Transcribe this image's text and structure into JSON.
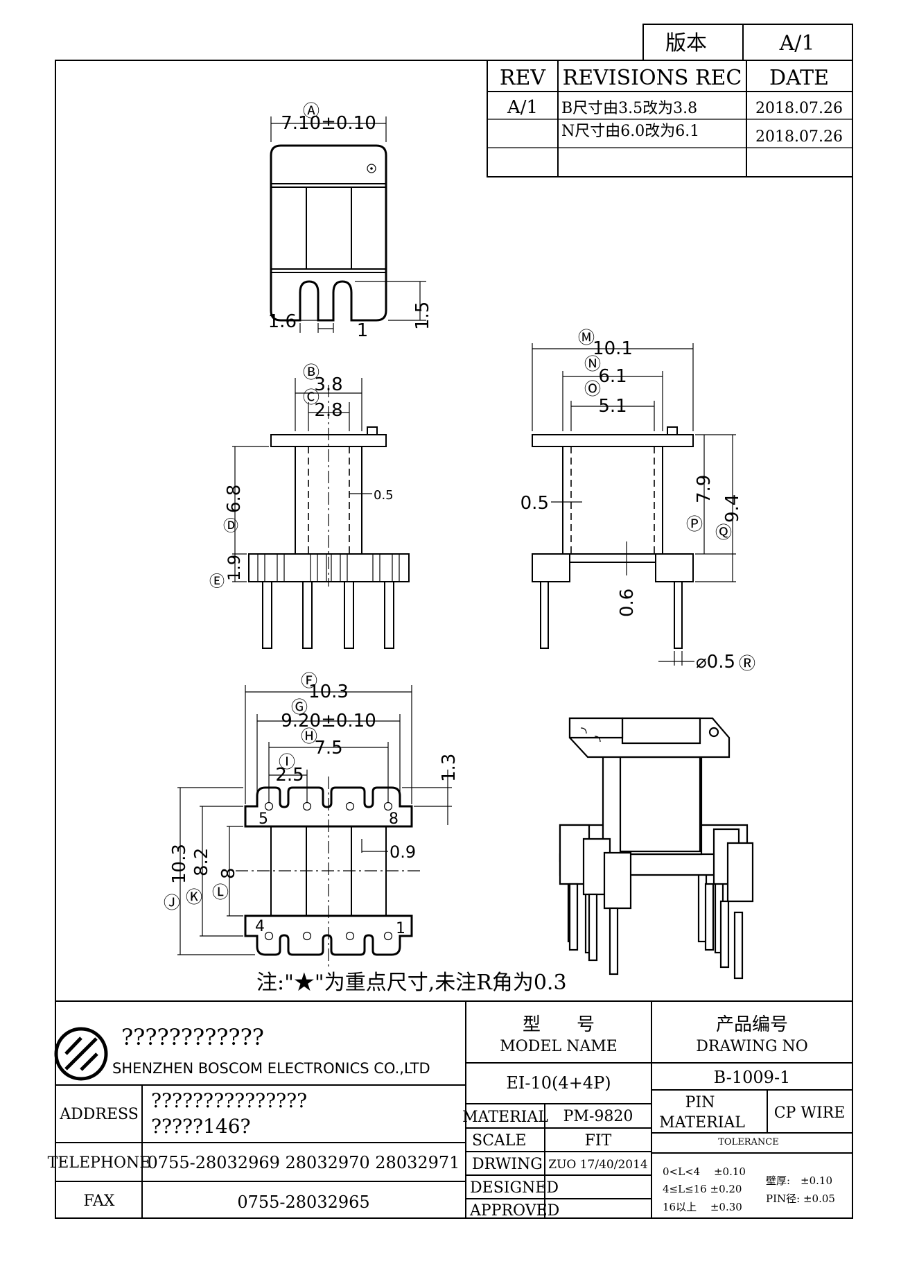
{
  "version_box": {
    "label": "版本",
    "value": "A/1"
  },
  "revisions": {
    "headers": [
      "REV",
      "REVISIONS REC",
      "DATE"
    ],
    "rows": [
      {
        "rev": "A/1",
        "rec": "B尺寸由3.5改为3.8",
        "date": "2018.07.26"
      },
      {
        "rev": "",
        "rec": "N尺寸由6.0改为6.1",
        "date": "2018.07.26"
      }
    ]
  },
  "top_view": {
    "A_label": "Ⓐ",
    "A_value": "7.10±0.10",
    "slot_width": "1.6",
    "slot_gap": "1",
    "slot_depth": "1.5"
  },
  "front_view": {
    "B_label": "Ⓑ",
    "B": "3.8",
    "C_label": "Ⓒ",
    "C": "2.8",
    "wall": "0.5",
    "D_label": "Ⓓ",
    "D": "6.8",
    "E_label": "Ⓔ",
    "E": "1.9"
  },
  "side_view": {
    "M_label": "Ⓜ",
    "M": "10.1",
    "N_label": "Ⓝ",
    "N": "6.1",
    "O_label": "Ⓞ",
    "O": "5.1",
    "wall": "0.5",
    "P_label": "Ⓟ",
    "P": "7.9",
    "Q_label": "Ⓠ",
    "Q": "9.4",
    "flange": "0.6",
    "R_label": "Ⓡ",
    "R": "⌀0.5"
  },
  "bottom_view": {
    "F_label": "Ⓕ",
    "F": "10.3",
    "G_label": "Ⓖ",
    "G": "9.20±0.10",
    "H_label": "Ⓗ",
    "H": "7.5",
    "I_label": "Ⓘ",
    "I": "2.5",
    "top_h": "1.3",
    "pin_d": "0.9",
    "J_label": "Ⓙ",
    "J": "10.3",
    "K_label": "Ⓚ",
    "K": "8.2",
    "L_label": "Ⓛ",
    "L": "8",
    "pin5": "5",
    "pin8": "8",
    "pin4": "4",
    "pin1": "1"
  },
  "note": "注:\"★\"为重点尺寸,未注R角为0.3",
  "company": {
    "cn_name": "????????????",
    "en_name": "SHENZHEN BOSCOM ELECTRONICS CO.,LTD",
    "address_label": "ADDRESS",
    "address_line1": "???????????????",
    "address_line2": "?????146?",
    "telephone_label": "TELEPHONE",
    "telephone": "0755-28032969 28032970 28032971",
    "fax_label": "FAX",
    "fax": "0755-28032965"
  },
  "title_block": {
    "model_cn": "型　　号",
    "model_en": "MODEL NAME",
    "model_value": "EI-10(4+4P)",
    "drawing_cn": "产品编号",
    "drawing_en": "DRAWING NO",
    "drawing_value": "B-1009-1",
    "material_label": "MATERIAL",
    "material_value": "PM-9820",
    "scale_label": "SCALE",
    "scale_value": "FIT",
    "drwing_label": "DRWING",
    "drwing_value": "ZUO 17/40/2014",
    "designed_label": "DESIGNED",
    "approved_label": "APPROVED",
    "pin_label_1": "PIN",
    "pin_label_2": "MATERIAL",
    "pin_material_value": "CP WIRE",
    "tolerance_label": "TOLERANCE",
    "tol_1": "0<L<4　 ±0.10",
    "tol_2": "4≤L≤16 ±0.20",
    "tol_3": "16以上　 ±0.30",
    "tol_wall": "壁厚:　±0.10",
    "tol_pin": "PIN径: ±0.05"
  },
  "colors": {
    "line": "#000000",
    "paper": "#ffffff"
  }
}
